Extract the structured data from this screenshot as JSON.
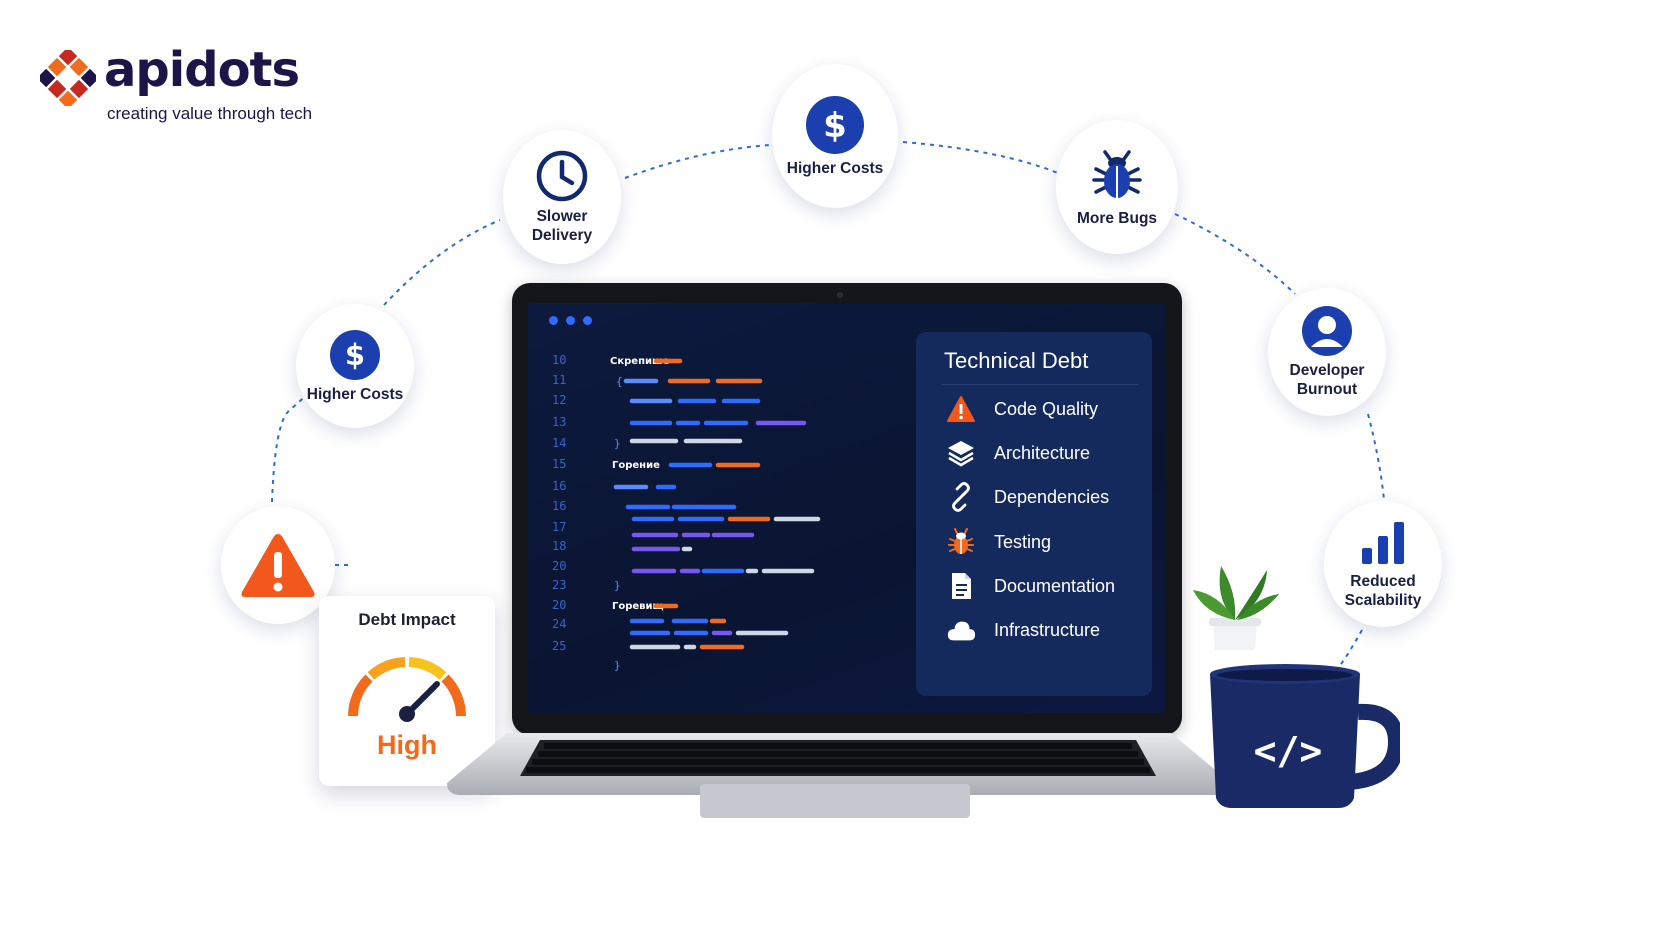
{
  "brand": {
    "name": "apidots",
    "tagline": "creating value through tech",
    "colors": {
      "navy": "#1d1548",
      "orange": "#f26a1b",
      "red": "#c62a1f"
    }
  },
  "impact_nodes": [
    {
      "id": "higher-costs-left",
      "label": "Higher Costs",
      "icon": "dollar-icon"
    },
    {
      "id": "slower-delivery",
      "label": "Slower Delivery",
      "icon": "clock-icon"
    },
    {
      "id": "higher-costs-top",
      "label": "Higher Costs",
      "icon": "dollar-icon"
    },
    {
      "id": "more-bugs",
      "label": "More Bugs",
      "icon": "bug-icon"
    },
    {
      "id": "developer-burnout",
      "label": "Developer Burnout",
      "icon": "person-icon"
    },
    {
      "id": "reduced-scalability",
      "label": "Reduced Scalability",
      "icon": "bar-chart-icon"
    },
    {
      "id": "warning",
      "label": "",
      "icon": "warning-icon"
    }
  ],
  "debt_card": {
    "title": "Debt Impact",
    "value": "High",
    "gauge_level": 0.75
  },
  "editor": {
    "line_numbers": [
      "10",
      "11",
      "12",
      "13",
      "14",
      "15",
      "16",
      "16",
      "17",
      "18",
      "20",
      "23",
      "20",
      "24",
      "25"
    ],
    "keywords": [
      "Скрепише",
      "Горение",
      "Горевищ"
    ],
    "braces": [
      "{",
      "}",
      "}",
      "}"
    ]
  },
  "debt_panel": {
    "title": "Technical Debt",
    "items": [
      {
        "label": "Code Quality",
        "icon": "warning-icon"
      },
      {
        "label": "Architecture",
        "icon": "layers-icon"
      },
      {
        "label": "Dependencies",
        "icon": "link-icon"
      },
      {
        "label": "Testing",
        "icon": "bug-icon"
      },
      {
        "label": "Documentation",
        "icon": "document-icon"
      },
      {
        "label": "Infrastructure",
        "icon": "cloud-icon"
      }
    ]
  },
  "mug": {
    "label": "</>"
  }
}
